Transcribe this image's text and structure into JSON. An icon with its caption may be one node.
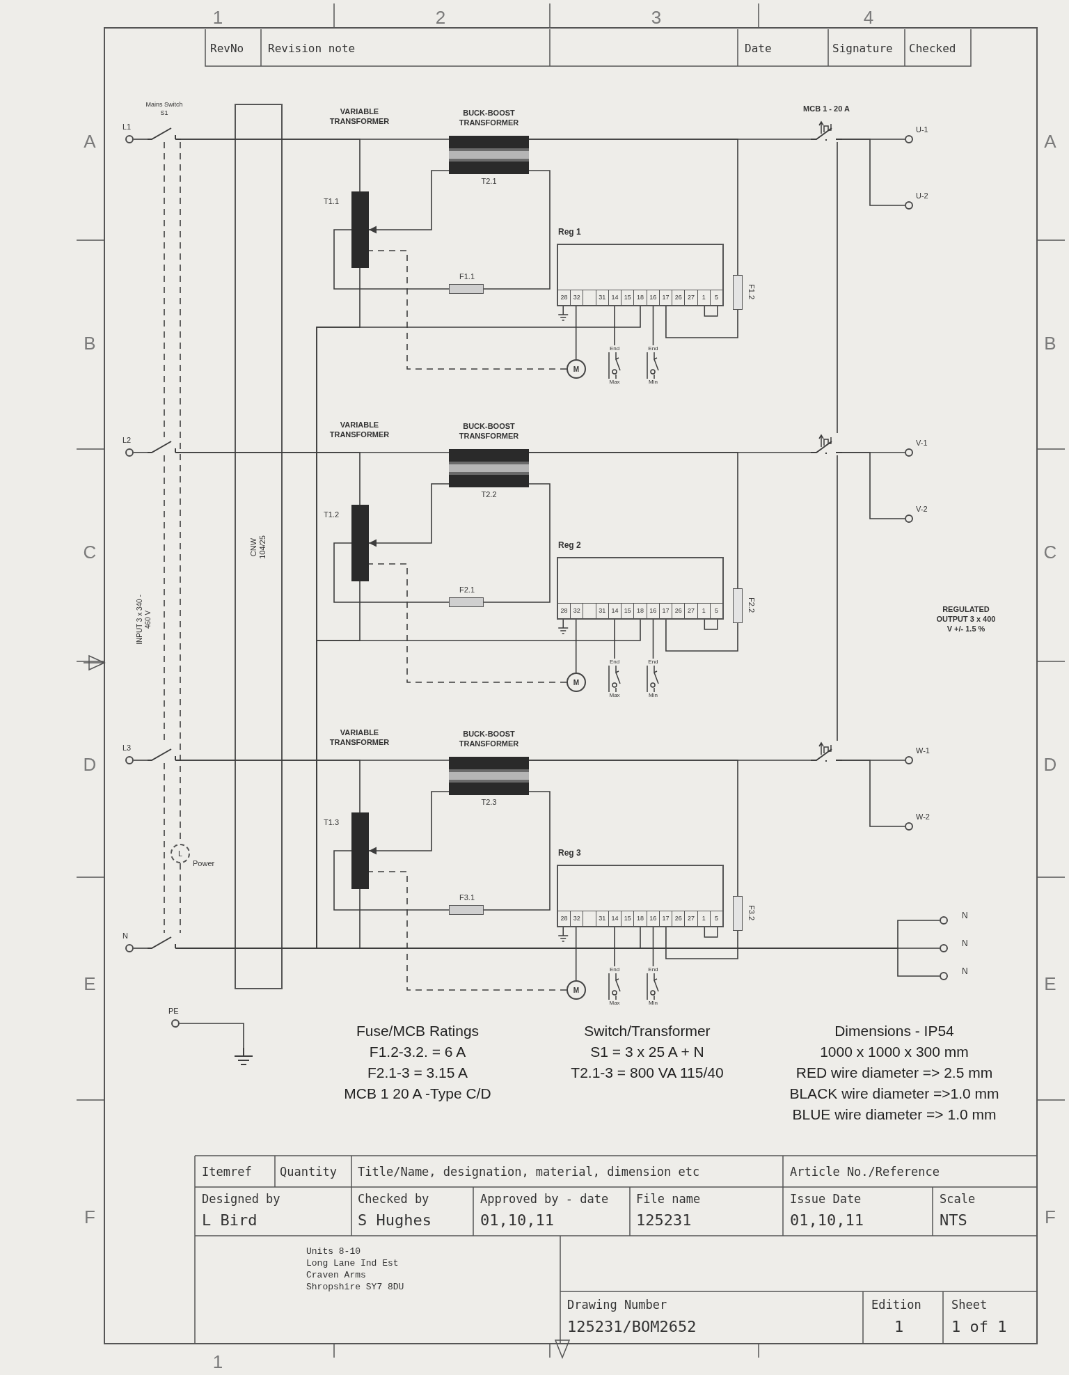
{
  "diagram": {
    "nodes": [
      {
        "text": [
          "L1"
        ]
      },
      {
        "text": [],
        "shape": "switch",
        "beside": [
          "Mains Switch S1"
        ]
      },
      {
        "text": [
          "T1.1"
        ]
      },
      {
        "text": [
          "BUCK-BOOST TRANSFORMER",
          "T2.1"
        ]
      },
      {
        "text": [
          "F1.1"
        ]
      },
      {
        "text": [
          "Reg 1",
          "28",
          "32",
          "31",
          "14",
          "15",
          "18",
          "16",
          "17",
          "26",
          "27",
          "1",
          "5"
        ]
      },
      {
        "text": [
          "F1.2"
        ]
      },
      {
        "text": [
          "M"
        ]
      },
      {
        "text": [
          "End",
          "Max"
        ]
      },
      {
        "text": [
          "End",
          "Min"
        ]
      },
      {
        "text": [
          "MCB 1 - 20 A"
        ]
      },
      {
        "text": [
          "U-1"
        ]
      },
      {
        "text": [
          "U-2"
        ]
      },
      {
        "text": [
          "L2"
        ]
      },
      {
        "text": [],
        "shape": "switch"
      },
      {
        "text": [
          "T1.2"
        ]
      },
      {
        "text": [
          "BUCK-BOOST TRANSFORMER",
          "T2.2"
        ]
      },
      {
        "text": [
          "F2.1"
        ]
      },
      {
        "text": [
          "Reg 2",
          "28",
          "32",
          "31",
          "14",
          "15",
          "18",
          "16",
          "17",
          "26",
          "27",
          "1",
          "5"
        ]
      },
      {
        "text": [
          "F2.2"
        ]
      },
      {
        "text": [
          "M"
        ]
      },
      {
        "text": [
          "End",
          "Max"
        ]
      },
      {
        "text": [
          "End",
          "Min"
        ]
      },
      {
        "text": [],
        "shape": "switch"
      },
      {
        "text": [
          "V-1"
        ]
      },
      {
        "text": [
          "V-2"
        ]
      },
      {
        "text": [
          "L3"
        ]
      },
      {
        "text": [],
        "shape": "switch"
      },
      {
        "text": [
          "T1.3"
        ]
      },
      {
        "text": [
          "BUCK-BOOST TRANSFORMER",
          "T2.3"
        ]
      },
      {
        "text": [
          "F3.1"
        ]
      },
      {
        "text": [
          "Reg 3",
          "28",
          "32",
          "31",
          "14",
          "15",
          "18",
          "16",
          "17",
          "26",
          "27",
          "1",
          "5"
        ]
      },
      {
        "text": [
          "F3.2"
        ]
      },
      {
        "text": [
          "M"
        ]
      },
      {
        "text": [
          "End",
          "Max"
        ]
      },
      {
        "text": [
          "End",
          "Min"
        ]
      },
      {
        "text": [],
        "shape": "switch"
      },
      {
        "text": [
          "W-1"
        ]
      },
      {
        "text": [
          "W-2"
        ]
      },
      {
        "text": [
          "N"
        ]
      },
      {
        "text": [],
        "shape": "switch"
      },
      {
        "text": [
          "L"
        ],
        "beside": [
          "Power"
        ]
      },
      {
        "text": [
          "PE"
        ]
      },
      {
        "text": [],
        "shape": "ground"
      },
      {
        "text": [
          "N"
        ]
      },
      {
        "text": [
          "N"
        ]
      },
      {
        "text": [
          "N"
        ]
      }
    ],
    "edges": [
      {
        "from": 0,
        "to": 1,
        "arrow": "none"
      },
      {
        "from": 1,
        "to": 2,
        "arrow": "none"
      },
      {
        "from": 1,
        "to": 3,
        "arrow": "none"
      },
      {
        "from": 3,
        "to": 2,
        "arrow": "to"
      },
      {
        "from": 3,
        "to": 4,
        "arrow": "none"
      },
      {
        "from": 4,
        "to": 2,
        "arrow": "none"
      },
      {
        "from": 2,
        "to": 40,
        "arrow": "none"
      },
      {
        "from": 3,
        "to": 6,
        "arrow": "none"
      },
      {
        "from": 6,
        "to": 5,
        "arrow": "none"
      },
      {
        "from": 5,
        "to": 40,
        "arrow": "none"
      },
      {
        "from": 5,
        "to": 7,
        "arrow": "none"
      },
      {
        "from": 5,
        "to": 8,
        "arrow": "none"
      },
      {
        "from": 5,
        "to": 9,
        "arrow": "none"
      },
      {
        "from": 7,
        "to": 2,
        "arrow": "none",
        "style": "dashed"
      },
      {
        "from": 3,
        "to": 10,
        "arrow": "none"
      },
      {
        "from": 10,
        "to": 11,
        "arrow": "none"
      },
      {
        "from": 10,
        "to": 12,
        "arrow": "none"
      },
      {
        "from": 13,
        "to": 14,
        "arrow": "none"
      },
      {
        "from": 14,
        "to": 15,
        "arrow": "none"
      },
      {
        "from": 14,
        "to": 16,
        "arrow": "none"
      },
      {
        "from": 16,
        "to": 15,
        "arrow": "to"
      },
      {
        "from": 16,
        "to": 17,
        "arrow": "none"
      },
      {
        "from": 17,
        "to": 15,
        "arrow": "none"
      },
      {
        "from": 15,
        "to": 40,
        "arrow": "none"
      },
      {
        "from": 16,
        "to": 19,
        "arrow": "none"
      },
      {
        "from": 19,
        "to": 18,
        "arrow": "none"
      },
      {
        "from": 18,
        "to": 40,
        "arrow": "none"
      },
      {
        "from": 18,
        "to": 20,
        "arrow": "none"
      },
      {
        "from": 18,
        "to": 21,
        "arrow": "none"
      },
      {
        "from": 18,
        "to": 22,
        "arrow": "none"
      },
      {
        "from": 20,
        "to": 15,
        "arrow": "none",
        "style": "dashed"
      },
      {
        "from": 16,
        "to": 23,
        "arrow": "none"
      },
      {
        "from": 23,
        "to": 24,
        "arrow": "none"
      },
      {
        "from": 23,
        "to": 25,
        "arrow": "none"
      },
      {
        "from": 26,
        "to": 27,
        "arrow": "none"
      },
      {
        "from": 27,
        "to": 28,
        "arrow": "none"
      },
      {
        "from": 27,
        "to": 29,
        "arrow": "none"
      },
      {
        "from": 29,
        "to": 28,
        "arrow": "to"
      },
      {
        "from": 29,
        "to": 30,
        "arrow": "none"
      },
      {
        "from": 30,
        "to": 28,
        "arrow": "none"
      },
      {
        "from": 28,
        "to": 40,
        "arrow": "none"
      },
      {
        "from": 29,
        "to": 32,
        "arrow": "none"
      },
      {
        "from": 32,
        "to": 31,
        "arrow": "none"
      },
      {
        "from": 31,
        "to": 40,
        "arrow": "none"
      },
      {
        "from": 31,
        "to": 33,
        "arrow": "none"
      },
      {
        "from": 31,
        "to": 34,
        "arrow": "none"
      },
      {
        "from": 31,
        "to": 35,
        "arrow": "none"
      },
      {
        "from": 33,
        "to": 28,
        "arrow": "none",
        "style": "dashed"
      },
      {
        "from": 29,
        "to": 36,
        "arrow": "none"
      },
      {
        "from": 36,
        "to": 37,
        "arrow": "none"
      },
      {
        "from": 36,
        "to": 38,
        "arrow": "none"
      },
      {
        "from": 39,
        "to": 40,
        "arrow": "none"
      },
      {
        "from": 40,
        "to": 44,
        "arrow": "none"
      },
      {
        "from": 40,
        "to": 45,
        "arrow": "none"
      },
      {
        "from": 40,
        "to": 46,
        "arrow": "none"
      },
      {
        "from": 1,
        "to": 41,
        "arrow": "none",
        "style": "dashed"
      },
      {
        "from": 41,
        "to": 40,
        "arrow": "none",
        "style": "dashed"
      },
      {
        "from": 42,
        "to": 43,
        "arrow": "none"
      },
      {
        "from": 1,
        "to": 14,
        "arrow": "none",
        "style": "dashed"
      },
      {
        "from": 14,
        "to": 27,
        "arrow": "none",
        "style": "dashed"
      },
      {
        "from": 27,
        "to": 40,
        "arrow": "none",
        "style": "dashed"
      },
      {
        "from": 10,
        "to": 23,
        "arrow": "none"
      },
      {
        "from": 23,
        "to": 36,
        "arrow": "none"
      }
    ],
    "labels": [
      "1",
      "2",
      "3",
      "4",
      "RevNo",
      "Revision note",
      "Date",
      "Signature",
      "Checked",
      "A",
      "A",
      "B",
      "B",
      "C",
      "C",
      "D",
      "D",
      "E",
      "E",
      "F",
      "F",
      "INPUT 3 x 340 - 460 V",
      "REGULATED OUTPUT 3 x 400 V +/- 1.5 %",
      "Fuse/MCB Ratings",
      "F1.2-3.2. = 6 A",
      "F2.1-3 = 3.15 A",
      "MCB 1 20 A -Type C/D",
      "Switch/Transformer",
      "S1 = 3 x 25 A + N",
      "T2.1-3 = 800 VA 115/40",
      "Dimensions - IP54",
      "1000 x 1000 x 300 mm",
      "RED wire diameter => 2.5 mm",
      "BLACK wire diameter =>1.0 mm",
      "BLUE wire diameter => 1.0 mm",
      "Itemref",
      "Quantity",
      "Title/Name, designation, material, dimension etc",
      "Article No./Reference",
      "Designed by",
      "L Bird",
      "Checked by",
      "S Hughes",
      "Approved by - date",
      "01,10,11",
      "File name",
      "125231",
      "Issue Date",
      "01,10,11",
      "Scale",
      "NTS",
      "Units 8-10",
      "Long Lane Ind Est",
      "Craven Arms",
      "Shropshire SY7 8DU",
      "Drawing Number",
      "125231/BOM2652",
      "Edition",
      "1",
      "Sheet",
      "1 of 1",
      "1",
      "VARIABLE TRANSFORMER",
      "VARIABLE TRANSFORMER",
      "VARIABLE TRANSFORMER",
      "CNW 104/25"
    ]
  }
}
